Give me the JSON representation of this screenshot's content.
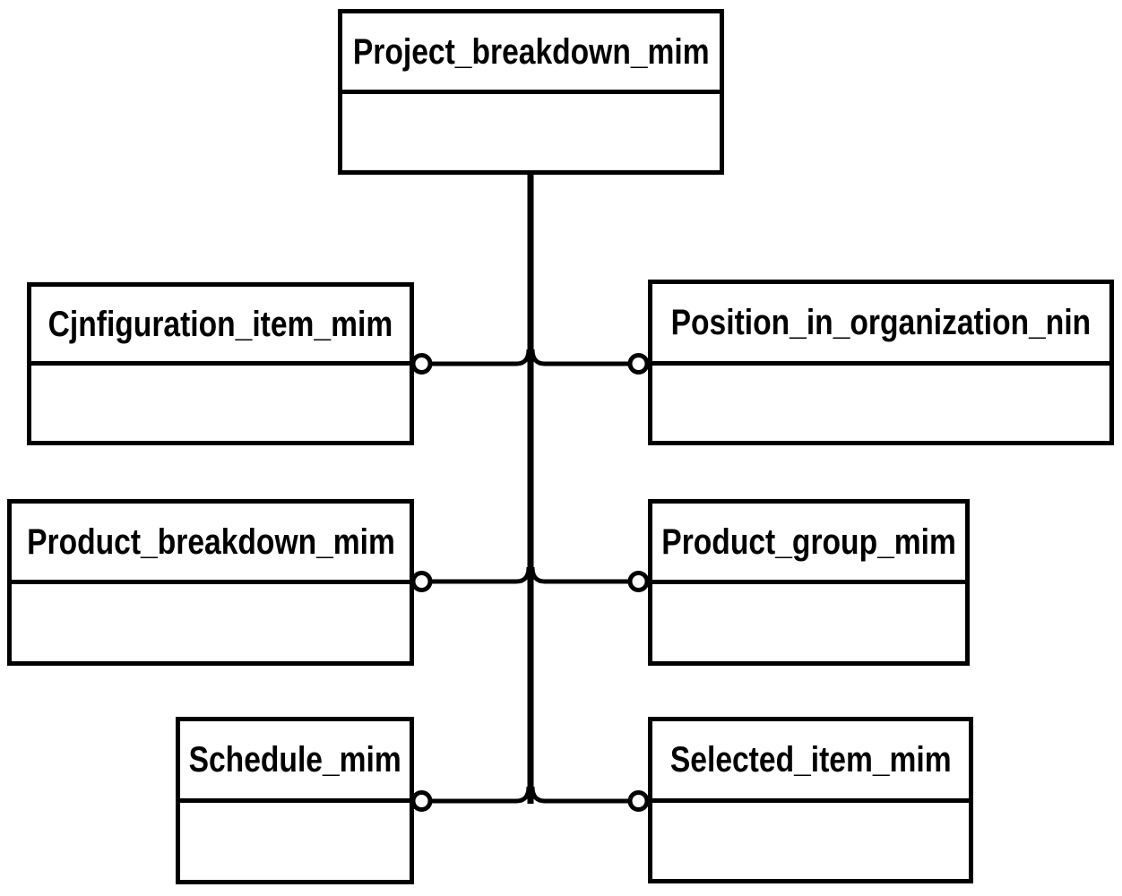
{
  "diagram": {
    "type": "entity-relationship-tree",
    "background_color": "#ffffff",
    "line_color": "#000000",
    "connector_style": "open-circle",
    "entities": {
      "root": {
        "label": "Project_breakdown_mim"
      },
      "configuration_item": {
        "label": "Cjnfiguration_item_mim"
      },
      "position_in_organization": {
        "label": "Position_in_organization_nin"
      },
      "product_breakdown": {
        "label": "Product_breakdown_mim"
      },
      "product_group": {
        "label": "Product_group_mim"
      },
      "schedule": {
        "label": "Schedule_mim"
      },
      "selected_item": {
        "label": "Selected_item_mim"
      }
    },
    "relationships": [
      {
        "from": "Project_breakdown_mim",
        "to": "Cjnfiguration_item_mim",
        "end": "open-circle"
      },
      {
        "from": "Project_breakdown_mim",
        "to": "Position_in_organization_nin",
        "end": "open-circle"
      },
      {
        "from": "Project_breakdown_mim",
        "to": "Product_breakdown_mim",
        "end": "open-circle"
      },
      {
        "from": "Project_breakdown_mim",
        "to": "Product_group_mim",
        "end": "open-circle"
      },
      {
        "from": "Project_breakdown_mim",
        "to": "Schedule_mim",
        "end": "open-circle"
      },
      {
        "from": "Project_breakdown_mim",
        "to": "Selected_item_mim",
        "end": "open-circle"
      }
    ]
  }
}
